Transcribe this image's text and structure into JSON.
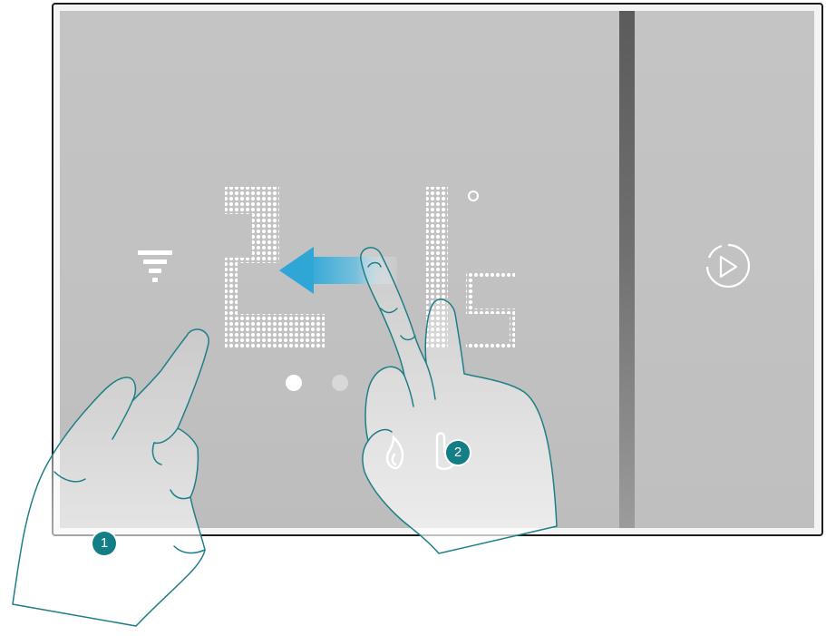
{
  "thermostat": {
    "temperature_tens": "2",
    "temperature_units": "1",
    "temperature_decimal": "5",
    "unit_symbol": "°",
    "page_indicator": {
      "pages": 2,
      "active": 1
    },
    "icons": {
      "signal": "wifi-signal-icon",
      "heating": "flame-icon",
      "touch": "finger-touch-icon",
      "play": "play-circle-icon"
    }
  },
  "gesture": {
    "direction": "left",
    "arrow_color": "#2ea6d6",
    "steps": [
      {
        "number": "1",
        "description_icon": "two-finger-hand"
      },
      {
        "number": "2",
        "description_icon": "swipe-hand"
      }
    ]
  },
  "colors": {
    "screen": "#c2c2c2",
    "divider": "#6a6a6a",
    "badge": "#137e86",
    "hand_outline": "#1f7f86"
  }
}
